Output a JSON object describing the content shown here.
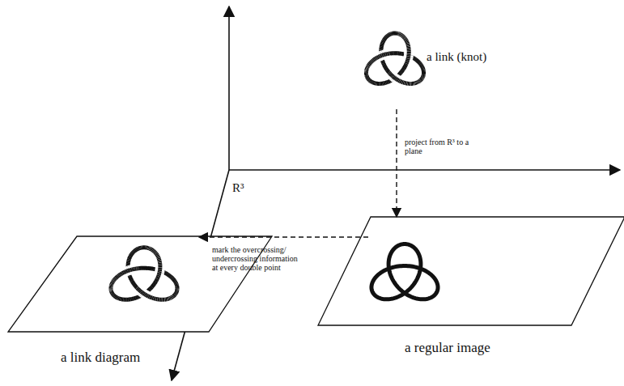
{
  "diagram": {
    "labels": [
      "a link (knot)",
      "project from R³ to a plane",
      "R³",
      "mark the overcrossing/ undercrossing information at every double point",
      "a link diagram",
      "a regular image"
    ]
  }
}
